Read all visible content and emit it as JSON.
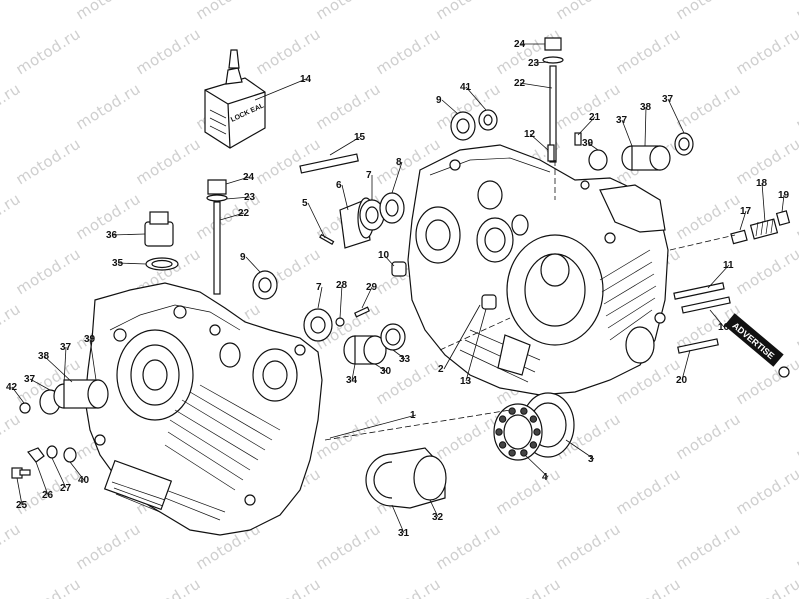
{
  "watermark_text": "motod.ru",
  "sealant_label": "LOCK EAL",
  "badge_text": "ADVERTISE",
  "callouts": [
    {
      "id": "c1",
      "text": "1"
    },
    {
      "id": "c2",
      "text": "2"
    },
    {
      "id": "c3",
      "text": "3"
    },
    {
      "id": "c4",
      "text": "4"
    },
    {
      "id": "c5",
      "text": "5"
    },
    {
      "id": "c6",
      "text": "6"
    },
    {
      "id": "c7a",
      "text": "7"
    },
    {
      "id": "c7b",
      "text": "7"
    },
    {
      "id": "c8",
      "text": "8"
    },
    {
      "id": "c9a",
      "text": "9"
    },
    {
      "id": "c9b",
      "text": "9"
    },
    {
      "id": "c10",
      "text": "10"
    },
    {
      "id": "c11",
      "text": "11"
    },
    {
      "id": "c12",
      "text": "12"
    },
    {
      "id": "c13",
      "text": "13"
    },
    {
      "id": "c14",
      "text": "14"
    },
    {
      "id": "c15",
      "text": "15"
    },
    {
      "id": "c16",
      "text": "16"
    },
    {
      "id": "c17",
      "text": "17"
    },
    {
      "id": "c18",
      "text": "18"
    },
    {
      "id": "c19",
      "text": "19"
    },
    {
      "id": "c20",
      "text": "20"
    },
    {
      "id": "c21",
      "text": "21"
    },
    {
      "id": "c22a",
      "text": "22"
    },
    {
      "id": "c22b",
      "text": "22"
    },
    {
      "id": "c23a",
      "text": "23"
    },
    {
      "id": "c23b",
      "text": "23"
    },
    {
      "id": "c24a",
      "text": "24"
    },
    {
      "id": "c24b",
      "text": "24"
    },
    {
      "id": "c25",
      "text": "25"
    },
    {
      "id": "c26",
      "text": "26"
    },
    {
      "id": "c27",
      "text": "27"
    },
    {
      "id": "c28",
      "text": "28"
    },
    {
      "id": "c29",
      "text": "29"
    },
    {
      "id": "c30",
      "text": "30"
    },
    {
      "id": "c31",
      "text": "31"
    },
    {
      "id": "c32",
      "text": "32"
    },
    {
      "id": "c33",
      "text": "33"
    },
    {
      "id": "c34",
      "text": "34"
    },
    {
      "id": "c35",
      "text": "35"
    },
    {
      "id": "c36",
      "text": "36"
    },
    {
      "id": "c37a",
      "text": "37"
    },
    {
      "id": "c37b",
      "text": "37"
    },
    {
      "id": "c37c",
      "text": "37"
    },
    {
      "id": "c37d",
      "text": "37"
    },
    {
      "id": "c38a",
      "text": "38"
    },
    {
      "id": "c38b",
      "text": "38"
    },
    {
      "id": "c39a",
      "text": "39"
    },
    {
      "id": "c39b",
      "text": "39"
    },
    {
      "id": "c40",
      "text": "40"
    },
    {
      "id": "c41",
      "text": "41"
    },
    {
      "id": "c42",
      "text": "42"
    }
  ]
}
